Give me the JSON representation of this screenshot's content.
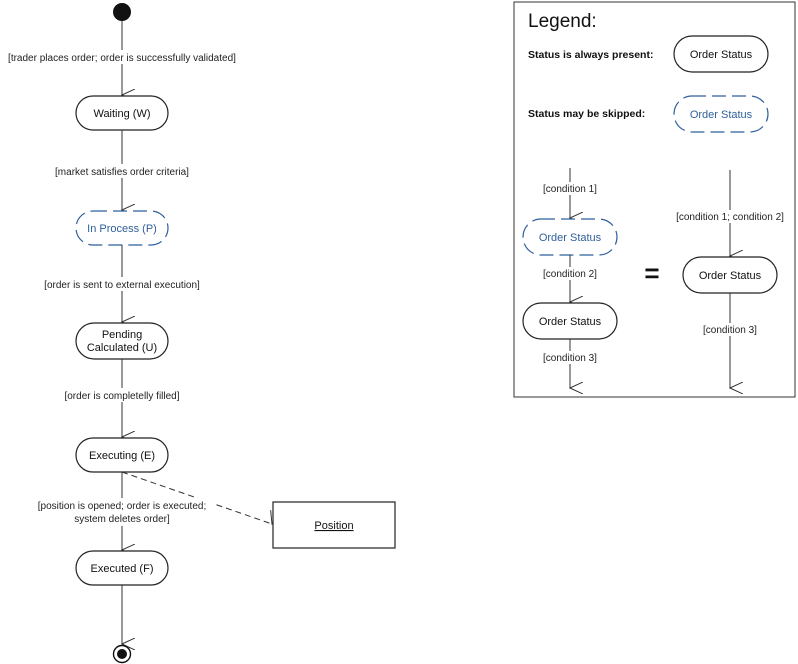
{
  "flow": {
    "states": {
      "waiting": "Waiting (W)",
      "in_process": "In Process (P)",
      "pending_line1": "Pending",
      "pending_line2": "Calculated (U)",
      "executing": "Executing (E)",
      "executed": "Executed (F)"
    },
    "transitions": {
      "t1": "[trader places order; order is successfully validated]",
      "t2": "[market satisfies order criteria]",
      "t3": "[order is sent to external execution]",
      "t4": "[order is completelly filled]",
      "t5_line1": "[position is opened; order is executed;",
      "t5_line2": "system deletes order]"
    },
    "position": "Position"
  },
  "legend": {
    "title": "Legend:",
    "always_present_label": "Status is always present:",
    "may_be_skipped_label": "Status may be skipped:",
    "order_status": "Order Status",
    "condition1": "[condition 1]",
    "condition2": "[condition 2]",
    "condition3": "[condition 3]",
    "condition12": "[condition 1; condition 2]",
    "equals": "="
  },
  "colors": {
    "skippable_state": "#2f5f9c",
    "line": "#333333"
  }
}
